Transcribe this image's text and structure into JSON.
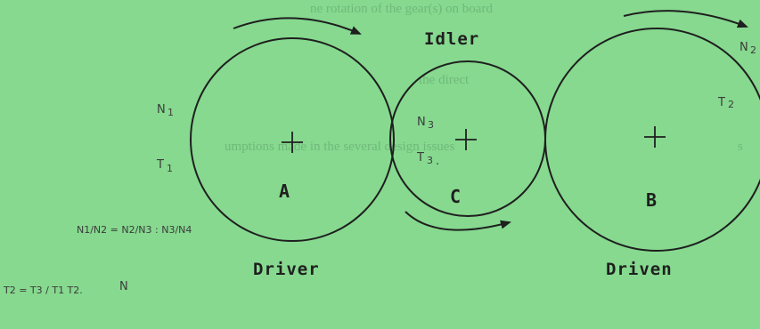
{
  "background": {
    "color": "#86d98f",
    "bleed_through_lines": [
      "ne rotation of the gear(s) on board",
      "the direct",
      "umptions made in the several design issues",
      "s"
    ]
  },
  "labels": {
    "idler": "Idler",
    "driver": "Driver",
    "driven": "Driven"
  },
  "gears": [
    {
      "id": "A",
      "letter": "A",
      "role": "Driver"
    },
    {
      "id": "C",
      "letter": "C",
      "role": "Idler"
    },
    {
      "id": "B",
      "letter": "B",
      "role": "Driven"
    }
  ],
  "annotations": {
    "n1": "N",
    "n1_sub": "1",
    "t1": "T",
    "t1_sub": "1",
    "n3": "N",
    "n3_sub": "3",
    "t3": "T",
    "t3_sub": "3",
    "t3_dot": ".",
    "n2": "N",
    "n2_sub": "2",
    "t2": "T",
    "t2_sub": "2",
    "eq1": "N1/N2 = N2/N3 : N3/N4",
    "eq2": "T2 = T3 / T1   T2.",
    "lone_n": "N"
  },
  "colors": {
    "ink": "#1f1f1f",
    "pencil": "#3b3b3b"
  }
}
